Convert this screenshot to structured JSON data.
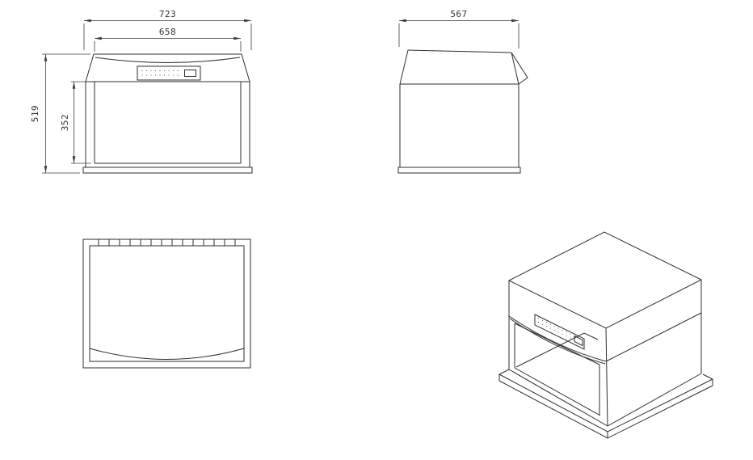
{
  "drawing": {
    "background_color": "#ffffff",
    "line_color": "#2e2e2e",
    "dimension_color": "#3c3c3c",
    "dimensions": {
      "front_overall_width": "723",
      "front_opening_width": "658",
      "front_overall_height": "519",
      "front_opening_height": "352",
      "side_depth": "567"
    }
  }
}
